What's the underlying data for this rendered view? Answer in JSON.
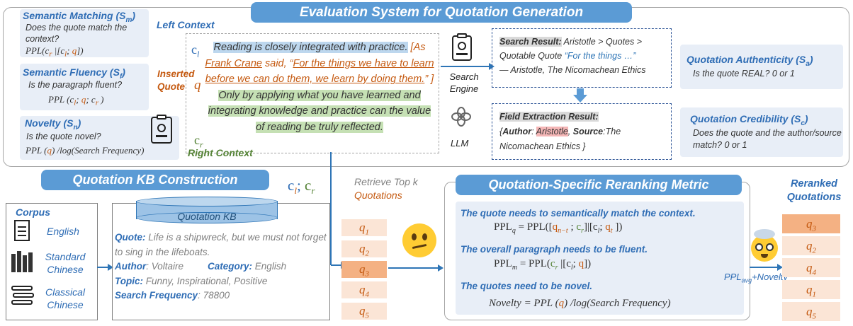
{
  "eval": {
    "title": "Evaluation System for Quotation Generation",
    "semantic_matching": {
      "title": "Semantic Matching (S",
      "sub": "m",
      "text": "Does the quote match the context?",
      "formula": "PPL(c",
      "formula2": " |[c",
      "formula3": "; q])"
    },
    "semantic_fluency": {
      "title": "Semantic Fluency (S",
      "sub": "f",
      "text": "Is the paragraph fluent?",
      "formula": "PPL (c"
    },
    "novelty": {
      "title": "Novelty (S",
      "sub": "n",
      "text": "Is the quote novel?",
      "formula": "PPL (q) /log(Search Frequency)"
    },
    "left_context_label": "Left Context",
    "right_context_label": "Right Context",
    "inserted_quote_label": "Inserted Quote",
    "cl": "c",
    "cr": "c",
    "q": "q",
    "para_left": "Reading is closely integrated with practice.",
    "para_quote_1": "[As ",
    "para_quote_author": "Frank Crane",
    "para_quote_2": " said, “",
    "para_quote_text": "For the things we have to learn before we can do them, we learn by doing them.",
    "para_quote_3": "” ]",
    "para_right": " Only by applying what you have learned and integrating knowledge and practice can the value of reading be truly reflected.",
    "search_engine_label": "Search Engine",
    "llm_label": "LLM",
    "search_result": {
      "label": "Search Result:",
      "text": " Aristotle > Quotes > Quotable Quote ",
      "quote": "“For the things …”",
      "attribution": "— Aristotle, The Nicomachean Ethics"
    },
    "field_result": {
      "label": "Field Extraction Result:",
      "author_key": "Author",
      "author_val": "Aristotle",
      "source_key": "Source",
      "source_val": "The Nicomachean Ethics"
    },
    "authenticity": {
      "title": "Quotation Authenticity (S",
      "sub": "a",
      "text": "Is the quote REAL? 0 or 1"
    },
    "credibility": {
      "title": "Quotation Credibility (S",
      "sub": "c",
      "text": "Does the quote and the author/source match? 0 or 1"
    }
  },
  "kb": {
    "title": "Quotation KB Construction",
    "corpus_label": "Corpus",
    "corpus_items": [
      "English",
      "Standard Chinese",
      "Classical Chinese"
    ],
    "db_label": "Quotation KB",
    "quote_key": "Quote:",
    "quote_val": " Life is a shipwreck, but we must not forget to sing in the lifeboats.",
    "author_key": "Author",
    "author_val": ": Voltaire",
    "category_key": "Category:",
    "category_val": " English",
    "topic_key": "Topic:",
    "topic_val": " Funny, Inspirational, Positive",
    "freq_key": "Search Frequency",
    "freq_val": ": 78800"
  },
  "retrieve": {
    "context_label": "c",
    "line1": "Retrieve Top k",
    "line2": "Quotations",
    "items": [
      "q",
      "q",
      "q",
      "q",
      "q"
    ],
    "subs": [
      "1",
      "2",
      "3",
      "4",
      "5"
    ]
  },
  "rerank": {
    "title": "Quotation-Specific Reranking Metric",
    "rule1": "The quote needs to semantically match the context.",
    "formula1": "PPL",
    "formula1_rhs": " = PPL([q",
    "rule2": "The overall paragraph needs  to be fluent.",
    "formula2": "PPL",
    "formula2_rhs": " = PPL(c",
    "rule3": "The quotes need to be novel.",
    "formula3": "Novelty = PPL (q) /log(Search Frequency)",
    "combine_label": "PPL",
    "combine_sub": "avg",
    "combine_rest": "+Novelty"
  },
  "reranked": {
    "title_1": "Reranked",
    "title_2": "Quotations",
    "subs": [
      "3",
      "2",
      "4",
      "1",
      "5"
    ]
  },
  "colors": {
    "banner": "#5b9bd5",
    "title_blue": "#2f6db5",
    "orange": "#c55a11",
    "green": "#548235",
    "panel": "#e8eef7"
  }
}
